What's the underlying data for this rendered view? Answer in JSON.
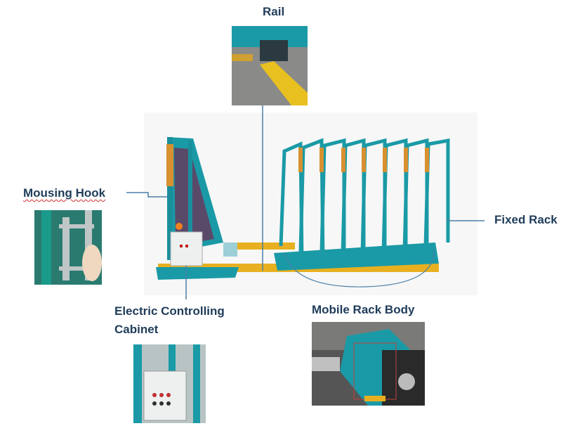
{
  "labels": {
    "rail": "Rail",
    "mousing_hook": "Mousing Hook",
    "fixed_rack": "Fixed Rack",
    "cabinet_line1": "Electric Controlling",
    "cabinet_line2": "Cabinet",
    "mobile_rack_body": "Mobile Rack Body"
  },
  "colors": {
    "label_text": "#1f3c5a",
    "leader_line": "#4a7fa8",
    "rack_teal": "#1a9aa6",
    "rail_yellow": "#e8b020"
  }
}
